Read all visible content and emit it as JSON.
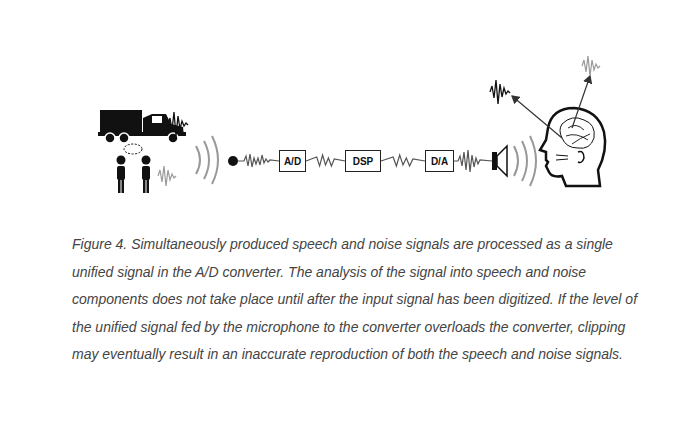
{
  "diagram": {
    "caption": "Figure 4. Simultaneously produced speech and noise signals are processed as a single unified signal in the A/D converter. The analysis of the signal into speech and noise components does not take place until after the input signal has been digitized. If the level of the unified signal fed by the microphone to the converter overloads the converter, clipping may eventually result in an inaccurate reproduction of both the speech and noise signals.",
    "nodes": [
      {
        "text": [
          "A/D"
        ]
      },
      {
        "text": [
          "DSP"
        ]
      },
      {
        "text": [
          "D/A"
        ]
      }
    ],
    "edges": [
      {
        "from": 0,
        "to": 1,
        "arrow": "none"
      },
      {
        "from": 1,
        "to": 2,
        "arrow": "none"
      }
    ]
  }
}
